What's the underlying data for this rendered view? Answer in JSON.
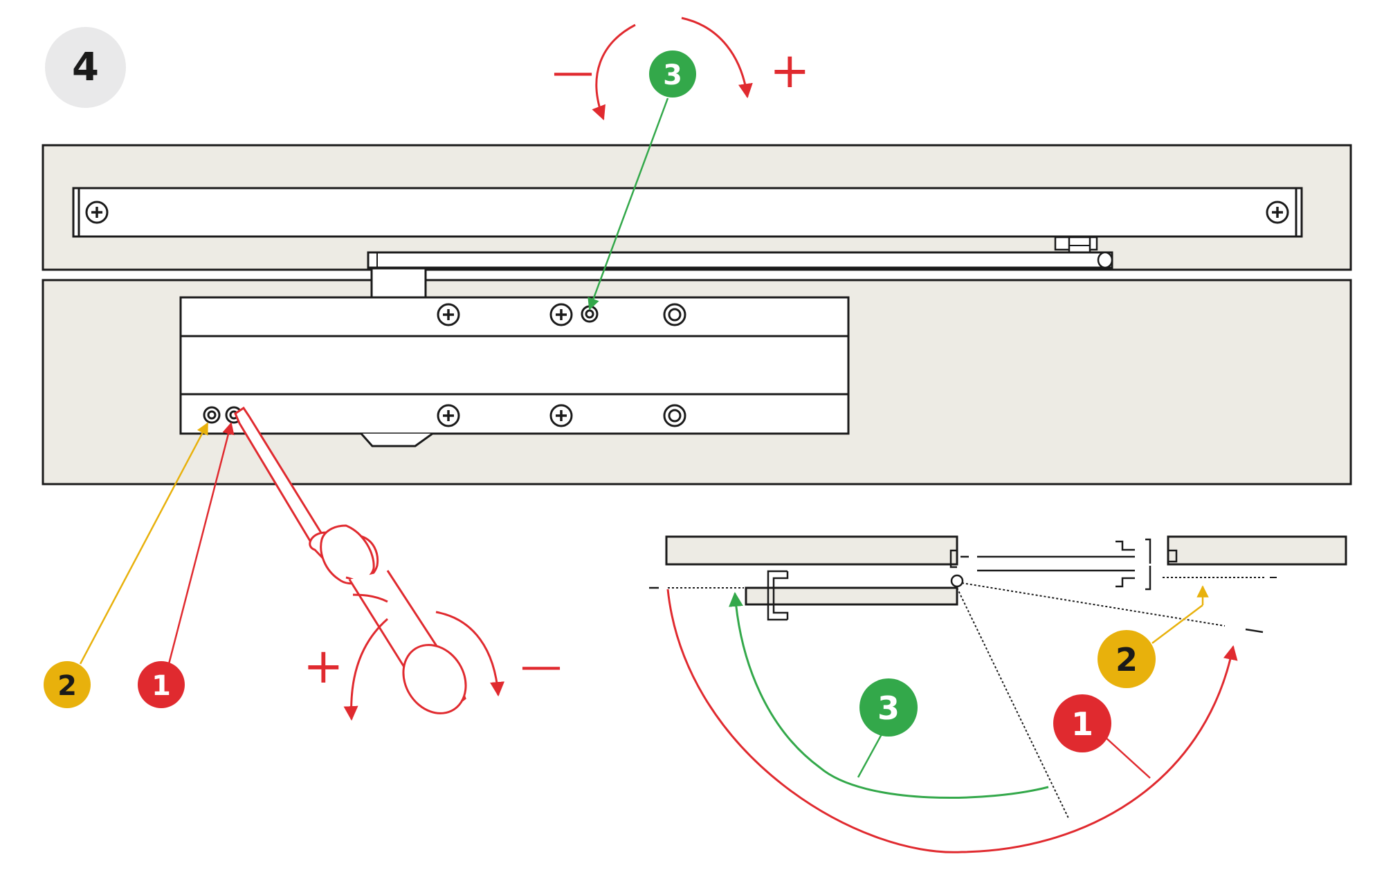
{
  "step": {
    "number": "4"
  },
  "colors": {
    "panel_fill": "#edebe4",
    "outline": "#1a1a1a",
    "red": "#e02a2f",
    "green": "#33a84a",
    "yellow": "#e8b10c",
    "step_badge_fill": "#e9e9ea"
  },
  "markers": [
    {
      "id": "m1",
      "label": "1",
      "color": "red"
    },
    {
      "id": "m2",
      "label": "2",
      "color": "yellow"
    },
    {
      "id": "m3",
      "label": "3",
      "color": "green"
    }
  ],
  "signs": {
    "minus": "—",
    "plus": "+"
  },
  "icons": [
    "screw-cross-icon",
    "screw-valve-icon",
    "screwdriver-icon",
    "rotation-arrow-icon"
  ]
}
